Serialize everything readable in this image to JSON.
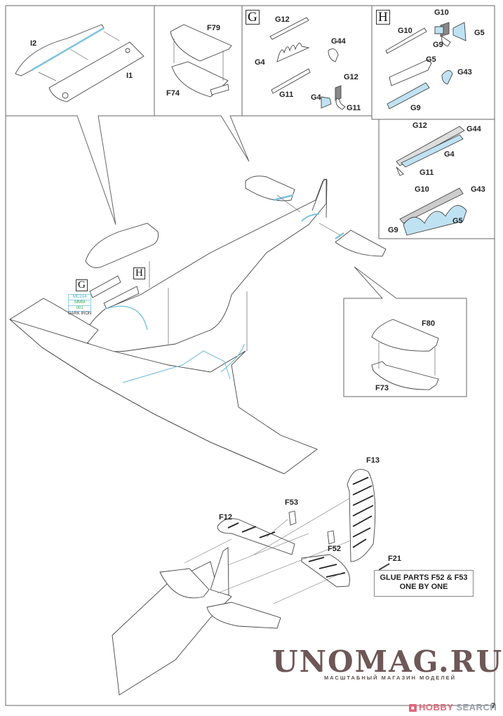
{
  "page": {
    "page_number": "7",
    "paint_callout": {
      "code_primary": "MC214",
      "code_secondary_line1": "MMM",
      "code_secondary_line2": "001",
      "color_name": "DARK IRON",
      "colors": {
        "primary": "#3aaed8",
        "secondary": "#35a24a"
      }
    },
    "note": {
      "line1": "GLUE PARTS F52 & F53",
      "line2": "ONE BY ONE"
    },
    "accent_color": "#9fd2ea"
  },
  "panels": {
    "panel1": {
      "labels": [
        "I2",
        "I1"
      ]
    },
    "panel2": {
      "labels": [
        "F79",
        "F74"
      ]
    },
    "panel_g": {
      "letter": "G",
      "labels": [
        "G12",
        "G44",
        "G4",
        "G11",
        "G12",
        "G4",
        "G11"
      ]
    },
    "panel_h": {
      "letter": "H",
      "labels": [
        "G10",
        "G5",
        "G9",
        "G10",
        "G5",
        "G43",
        "G9"
      ]
    },
    "panel_gh_assembled": {
      "labels": [
        "G12",
        "G44",
        "G4",
        "G11",
        "G10",
        "G43",
        "G5",
        "G9"
      ]
    },
    "panel_tailplane": {
      "labels": [
        "F80",
        "F73"
      ]
    }
  },
  "main_callouts": {
    "g_letter": "G",
    "h_letter": "H"
  },
  "tail_assembly": {
    "labels": [
      "F13",
      "F53",
      "F12",
      "F52",
      "F21"
    ]
  },
  "watermark": {
    "title": "UNOMAG.RU",
    "subtitle": "МАСШТАБНЫЙ МАГАЗИН МОДЕЛЕЙ",
    "hobby_a": "HOBBY",
    "hobby_b": " SEARCH",
    "hobby_icon": "hobby-search-logo-icon"
  }
}
